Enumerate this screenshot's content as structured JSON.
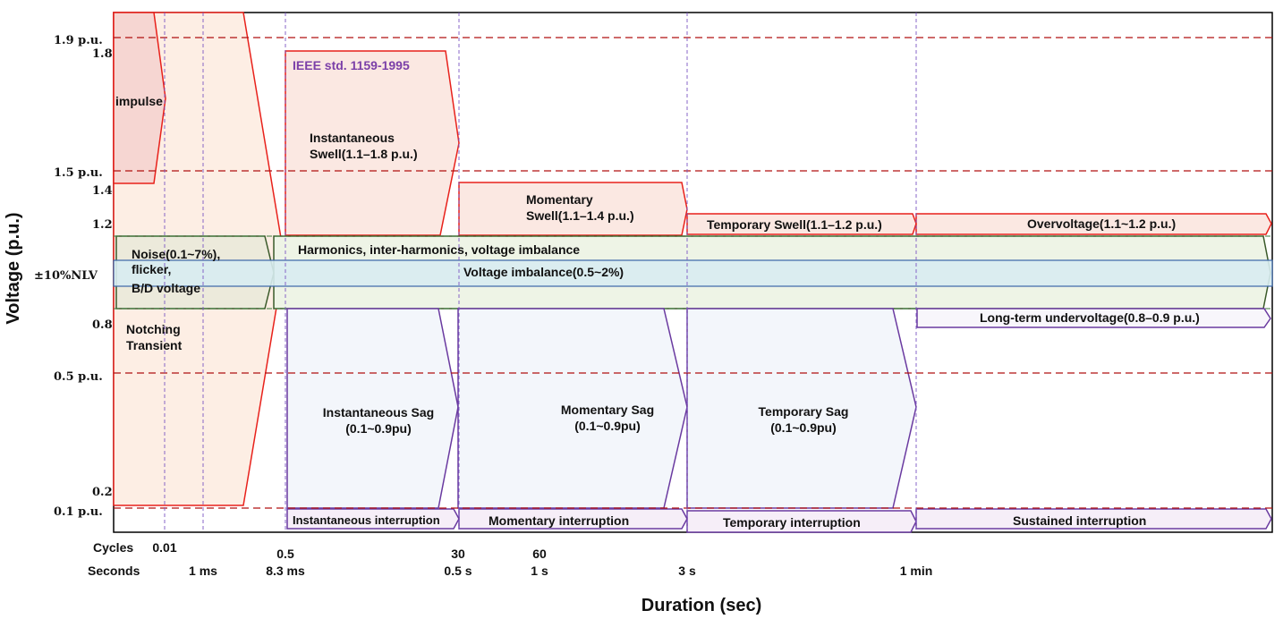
{
  "colors": {
    "red": "#e8211b",
    "dashed_red": "#b01010",
    "purple": "#6a3aa0",
    "green": "#3a5a2a",
    "blue": "#3a66a8",
    "ieee_purple": "#7b3fa8",
    "swell_fill": "#fbe8e2",
    "sag_fill": "#f3f6fb",
    "interruption_fill": "#f6eef8",
    "harmonics_fill": "#eef4e6",
    "imbalance_fill": "#d8ecf1",
    "noise_fill": "#eceadb",
    "transient_fill": "#fdeee4",
    "impulse_fill": "#f6d6d2"
  },
  "axes": {
    "y_title": "Voltage (p.u.)",
    "x_title": "Duration (sec)",
    "y_labels": {
      "pu19": "1.9 p.u.",
      "v18": "1.8",
      "pu15": "1.5 p.u.",
      "v14": "1.4",
      "v12": "1.2",
      "nlv": "±10%NLV",
      "v08": "0.8",
      "pu05": "0.5 p.u.",
      "v02": "0.2",
      "pu01": "0.1 p.u."
    },
    "x_labels": {
      "cycles_title": "Cycles",
      "seconds_title": "Seconds",
      "c001": "0.01",
      "c05": "0.5",
      "c30": "30",
      "c60": "60",
      "s1ms": "1 ms",
      "s83ms": "8.3 ms",
      "s05s": "0.5 s",
      "s1s": "1 s",
      "s3s": "3 s",
      "s1min": "1 min"
    }
  },
  "standard_label": "IEEE std. 1159-1995",
  "regions": {
    "impulse": "impulse",
    "noise": [
      "Noise(0.1~7%),",
      "flicker,",
      "B/D voltage"
    ],
    "notching": [
      "Notching",
      "Transient"
    ],
    "inst_swell": [
      "Instantaneous",
      "Swell(1.1–1.8 p.u.)"
    ],
    "mom_swell": [
      "Momentary",
      "Swell(1.1–1.4 p.u.)"
    ],
    "temp_swell": "Temporary Swell(1.1–1.2 p.u.)",
    "overvoltage": "Overvoltage(1.1~1.2 p.u.)",
    "harmonics": "Harmonics, inter-harmonics, voltage imbalance",
    "imbalance": "Voltage imbalance(0.5~2%)",
    "long_under": "Long-term undervoltage(0.8–0.9 p.u.)",
    "inst_sag": [
      "Instantaneous Sag",
      "(0.1~0.9pu)"
    ],
    "mom_sag": [
      "Momentary Sag",
      "(0.1~0.9pu)"
    ],
    "temp_sag": [
      "Temporary Sag",
      "(0.1~0.9pu)"
    ],
    "inst_int": "Instantaneous interruption",
    "mom_int": "Momentary interruption",
    "temp_int": "Temporary interruption",
    "sus_int": "Sustained interruption"
  }
}
